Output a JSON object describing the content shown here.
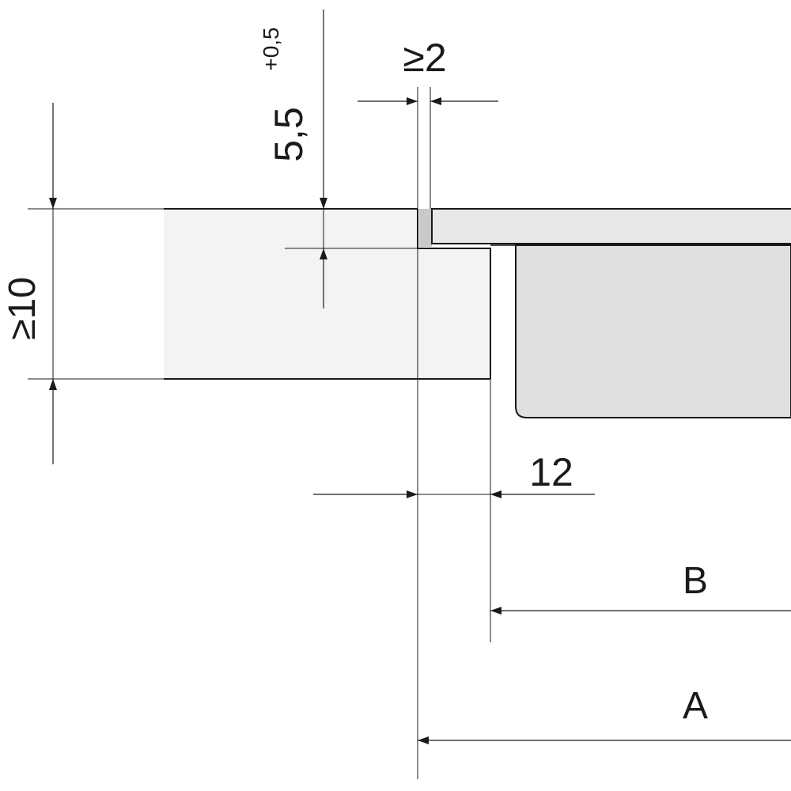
{
  "dimensions": {
    "min_thickness": "≥10",
    "rebate_depth_value": "5,5",
    "rebate_depth_tolerance": "+0,5",
    "min_gap": "≥2",
    "rebate_width": "12",
    "width_b": "B",
    "width_a": "A"
  },
  "colors": {
    "line": "#1a1a1a",
    "worktop_fill": "#f3f3f3",
    "cooktop_fill": "#e8e8e8",
    "body_fill": "#e0e0e0",
    "sealant_fill": "#c9c9c9"
  }
}
